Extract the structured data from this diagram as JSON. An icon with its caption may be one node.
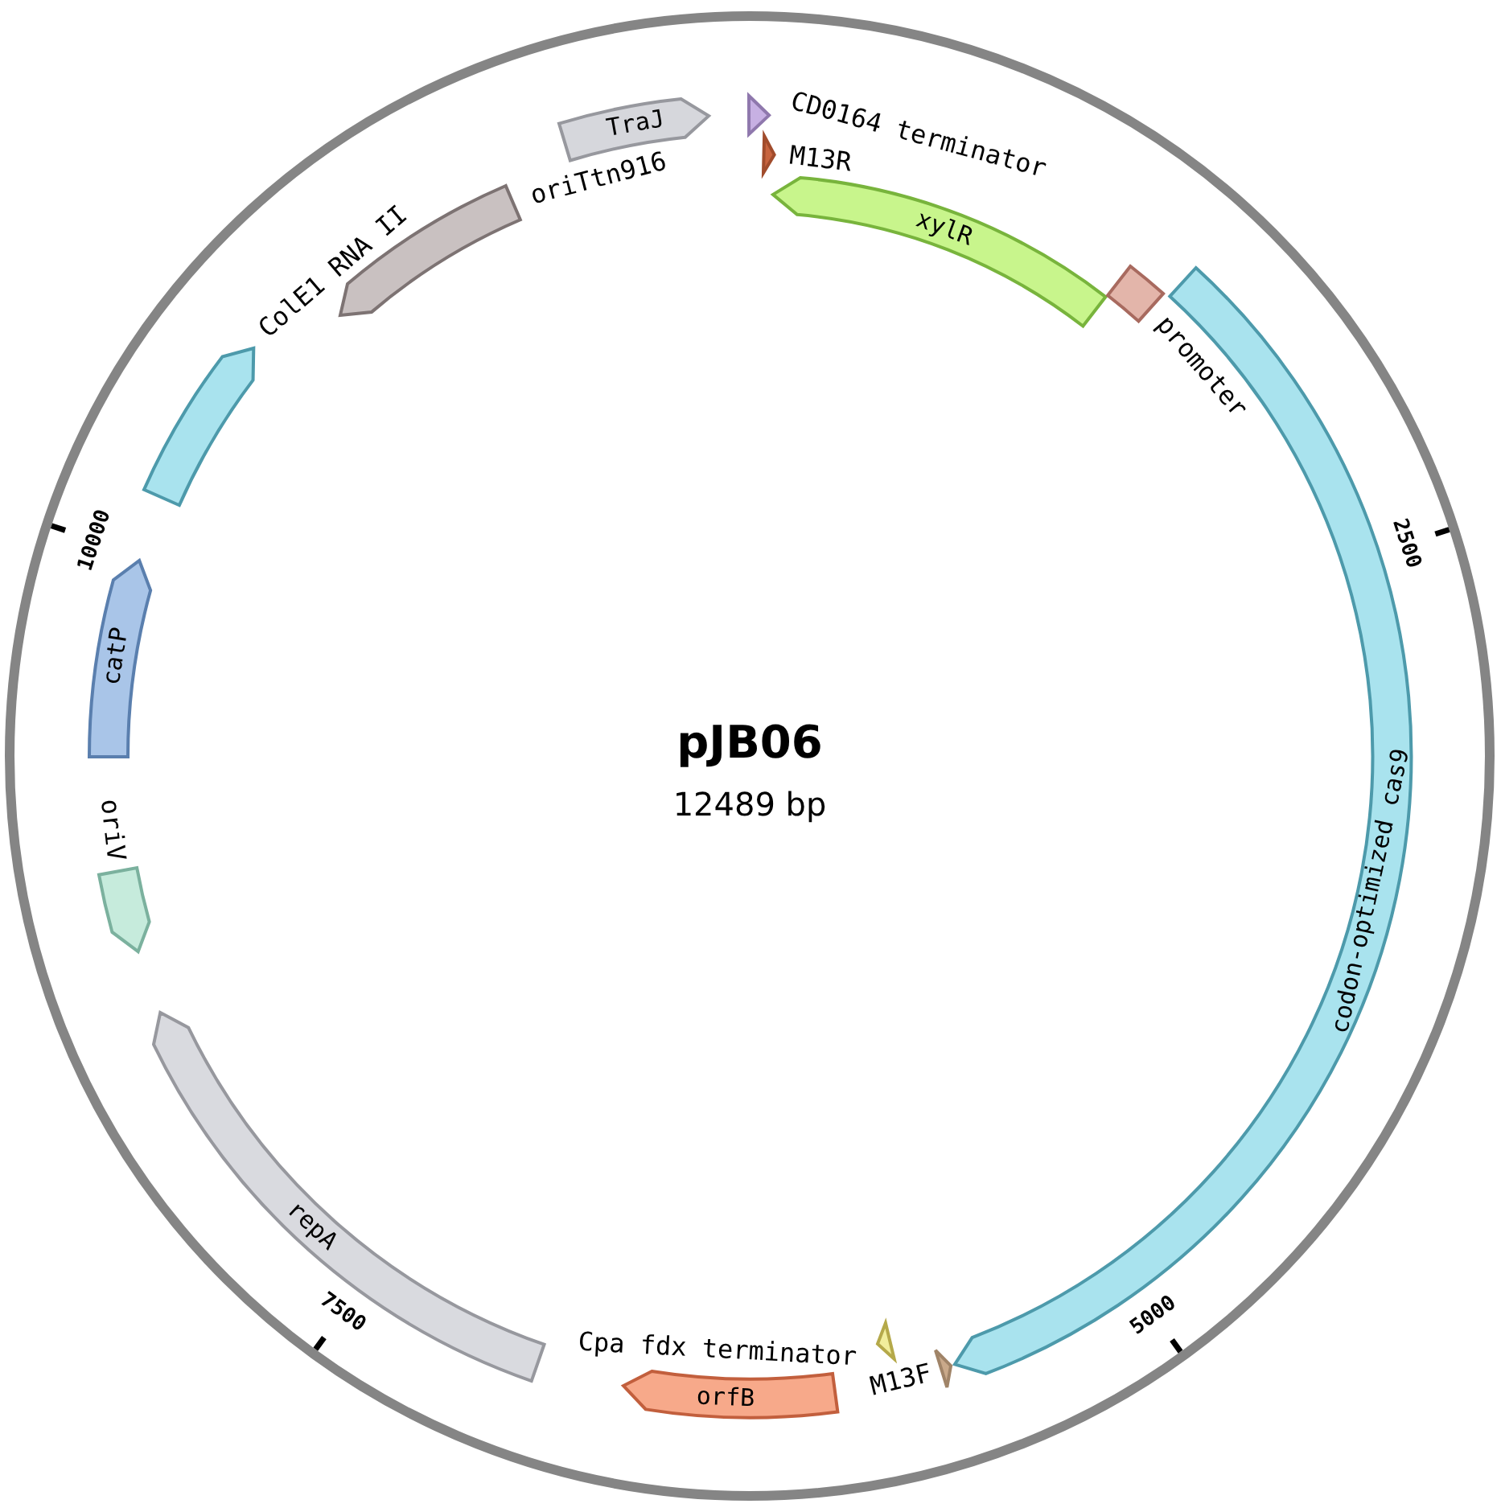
{
  "diagram": {
    "title": "pJB06",
    "nodes": [
      {
        "text": [
          "CD0164 terminator"
        ]
      },
      {
        "text": [
          "M13R"
        ]
      },
      {
        "text": [
          "xylR"
        ]
      },
      {
        "text": [
          "promoter"
        ]
      },
      {
        "text": [
          "codon-optimized cas9"
        ]
      },
      {
        "text": [
          "M13F"
        ]
      },
      {
        "text": [
          "Cpa fdx terminator"
        ]
      },
      {
        "text": [
          "orfB"
        ]
      },
      {
        "text": [
          "repA"
        ]
      },
      {
        "text": [
          "oriV"
        ]
      },
      {
        "text": [
          "catP"
        ]
      },
      {
        "text": [
          "ColE1 RNA II"
        ]
      },
      {
        "text": [
          "oriTtn916"
        ]
      },
      {
        "text": [
          "TraJ"
        ]
      }
    ],
    "labels": [
      "12489 bp",
      "2500",
      "5000",
      "7500",
      "10000"
    ]
  }
}
